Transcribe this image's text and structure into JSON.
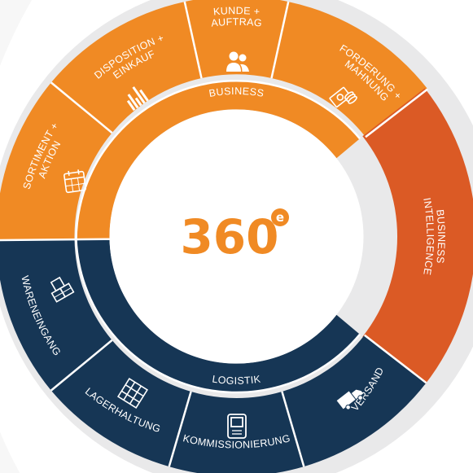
{
  "center": {
    "number": "360",
    "superscript": "e"
  },
  "colors": {
    "orange": "#f08a24",
    "red_orange": "#db5a25",
    "navy": "#163655",
    "backdrop": "#e9e9ea"
  },
  "rings": {
    "business": "BUSINESS",
    "logistik": "LOGISTIK"
  },
  "segments": {
    "kunde": {
      "lines": [
        "KUNDE +",
        "AUFTRAG"
      ],
      "icon": "people-icon"
    },
    "forderung": {
      "lines": [
        "FORDERUNG +",
        "MAHNUNG"
      ],
      "icon": "money-icon"
    },
    "bi": {
      "lines": [
        "BUSINESS",
        "INTELLIGENCE"
      ]
    },
    "versand": {
      "lines": [
        "VERSAND"
      ],
      "icon": "truck-icon"
    },
    "kommissionierung": {
      "lines": [
        "KOMMISSIONIERUNG"
      ],
      "icon": "scanner-icon"
    },
    "lagerhaltung": {
      "lines": [
        "LAGERHALTUNG"
      ],
      "icon": "shelf-icon"
    },
    "wareneingang": {
      "lines": [
        "WARENEINGANG"
      ],
      "icon": "boxes-icon"
    },
    "sortiment": {
      "lines": [
        "SORTIMENT +",
        "AKTION"
      ],
      "icon": "calendar-icon"
    },
    "disposition": {
      "lines": [
        "DISPOSITION +",
        "EINKAUF"
      ],
      "icon": "bar-chart-icon"
    }
  }
}
